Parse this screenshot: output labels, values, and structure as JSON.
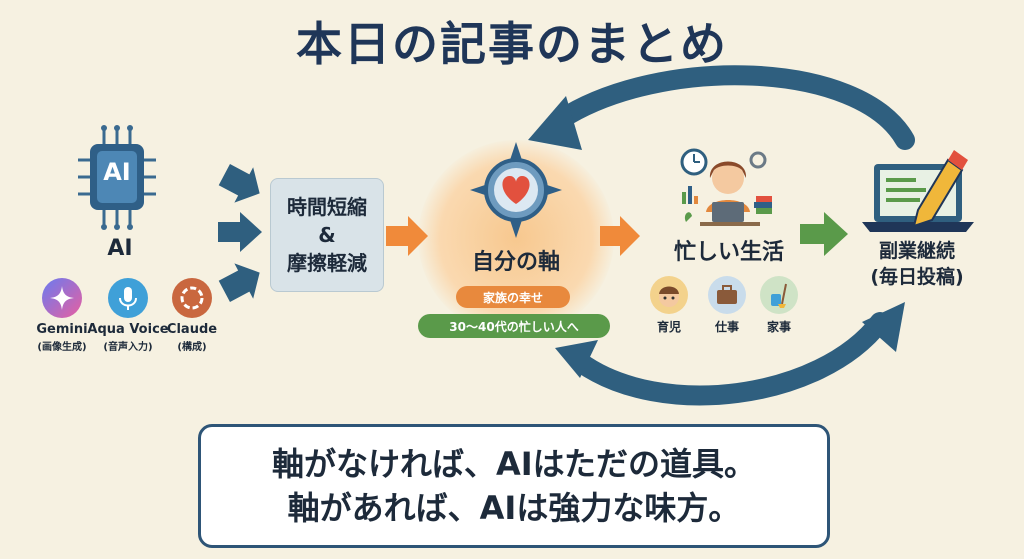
{
  "title": "本日の記事のまとめ",
  "ai": {
    "label": "AI",
    "chip_text": "AI",
    "tools": [
      {
        "name": "Gemini",
        "sub": "(画像生成)"
      },
      {
        "name": "Aqua Voice",
        "sub": "(音声入力)"
      },
      {
        "name": "Claude",
        "sub": "(構成)"
      }
    ]
  },
  "time_box": {
    "line1": "時間短縮",
    "line2": "&",
    "line3": "摩擦軽減"
  },
  "axis": {
    "label": "自分の軸",
    "happiness": "家族の幸せ",
    "target": "30〜40代の忙しい人へ"
  },
  "busy_life": {
    "label": "忙しい生活",
    "items": [
      {
        "label": "育児"
      },
      {
        "label": "仕事"
      },
      {
        "label": "家事"
      }
    ]
  },
  "side_job": {
    "line1": "副業継続",
    "line2": "(毎日投稿)"
  },
  "message": {
    "line1": "軸がなければ、AIはただの道具。",
    "line2": "軸があれば、AIは強力な味方。"
  },
  "colors": {
    "title": "#1f3658",
    "arrow_blue": "#2f5f7f",
    "arrow_orange": "#f08a3a",
    "arrow_green": "#5a9a4a",
    "happiness_pill": "#e8893d",
    "target_pill": "#5a9a4a"
  }
}
